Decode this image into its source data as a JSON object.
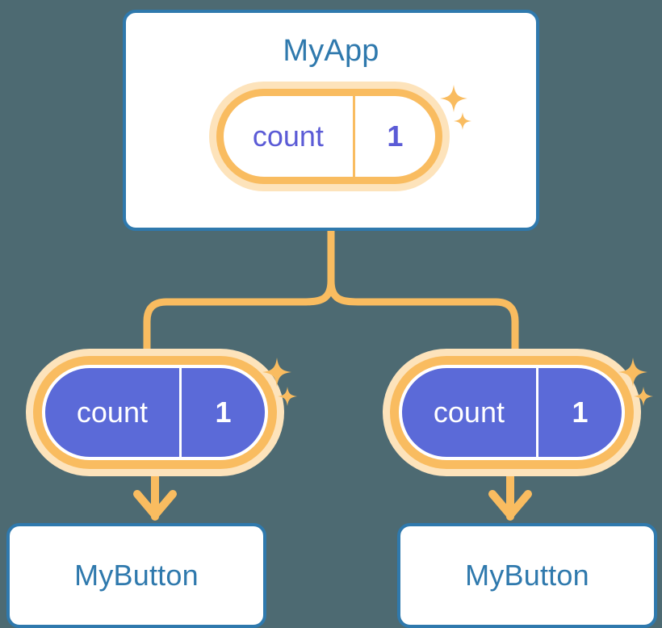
{
  "diagram": {
    "title": "MyApp",
    "background_color": "#4d6a72",
    "accent_blue": "#2f79ad",
    "accent_orange": "#f9bc60",
    "accent_orange_glow": "#fde3bb",
    "accent_purple": "#5b6ad8",
    "state_text_color": "#5b5bd6"
  },
  "root": {
    "label": "MyApp",
    "state": {
      "key": "count",
      "value": "1"
    }
  },
  "children": [
    {
      "label": "MyButton",
      "state": {
        "key": "count",
        "value": "1"
      }
    },
    {
      "label": "MyButton",
      "state": {
        "key": "count",
        "value": "1"
      }
    }
  ],
  "icons": {
    "sparkle_large": "sparkle-icon",
    "sparkle_small": "sparkle-small-icon",
    "arrow": "arrow-down-icon"
  }
}
